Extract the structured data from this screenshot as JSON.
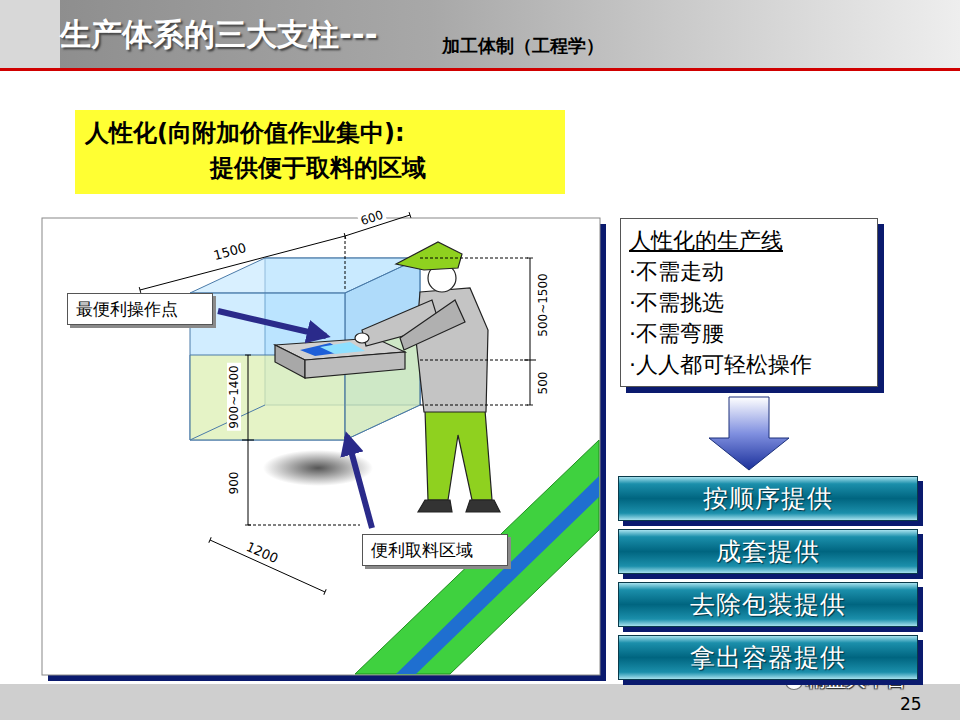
{
  "diagram": {
    "title": "生产体系的三大支柱---",
    "nodes": [
      {
        "text": [
          "人性化(向附加价值作业集中):",
          "提供便于取料的区域"
        ]
      },
      {
        "text": [
          "最便利操作点"
        ]
      },
      {
        "text": [
          "便利取料区域"
        ]
      },
      {
        "text": [
          "人性化的生产线",
          "·不需走动",
          "·不需挑选",
          "·不需弯腰",
          "·人人都可轻松操作"
        ]
      },
      {
        "text": [
          "按顺序提供"
        ]
      },
      {
        "text": [
          "成套提供"
        ]
      },
      {
        "text": [
          "去除包装提供"
        ]
      },
      {
        "text": [
          "拿出容器提供"
        ]
      }
    ],
    "edges": [
      {
        "from": 3,
        "to": 4,
        "arrow": "to"
      }
    ],
    "labels": [
      "加工体制（工程学）",
      "1500",
      "600",
      "500~1500",
      "500",
      "900~1400",
      "900",
      "1200",
      "精益大本营",
      "25"
    ]
  }
}
